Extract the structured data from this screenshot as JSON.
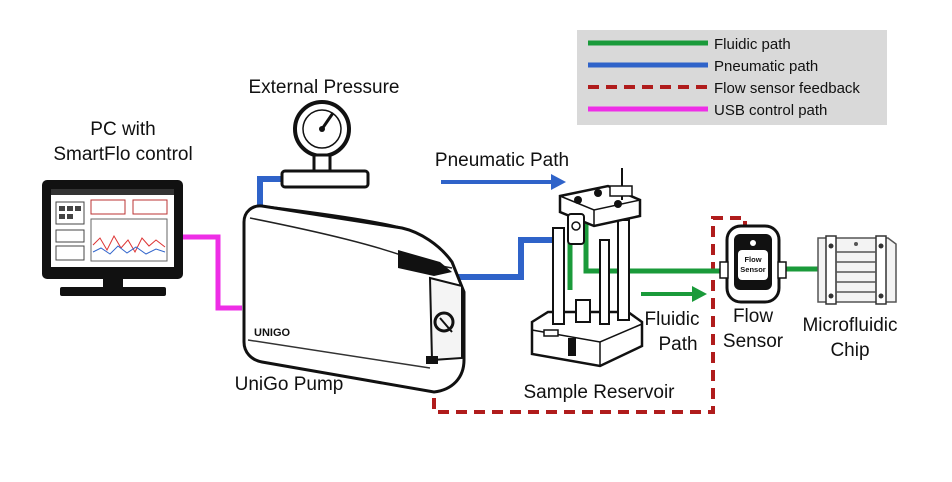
{
  "legend": {
    "items": [
      {
        "label": "Fluidic path",
        "color": "#1a9a3a",
        "style": "solid"
      },
      {
        "label": "Pneumatic path",
        "color": "#2f63c9",
        "style": "solid"
      },
      {
        "label": "Flow sensor feedback",
        "color": "#b01c1c",
        "style": "dashed"
      },
      {
        "label": "USB control path",
        "color": "#ee2ee6",
        "style": "solid"
      }
    ]
  },
  "labels": {
    "pc": "PC with",
    "pc_2": "SmartFlo control",
    "external_pressure": "External Pressure",
    "pneumatic_path": "Pneumatic Path",
    "fluidic_path_1": "Fluidic",
    "fluidic_path_2": "Path",
    "flow_sensor_1": "Flow",
    "flow_sensor_2": "Sensor",
    "chip_1": "Microfluidic",
    "chip_2": "Chip",
    "pump": "UniGo Pump",
    "reservoir": "Sample Reservoir"
  },
  "device_text": {
    "sensor_face_1": "Flow",
    "sensor_face_2": "Sensor",
    "pump_brand": "UNIGO"
  },
  "colors": {
    "fluidic": "#1a9a3a",
    "pneumatic": "#2f63c9",
    "feedback": "#b01c1c",
    "usb": "#ee2ee6",
    "legend_bg": "#d9d9d9",
    "outline": "#111111"
  }
}
